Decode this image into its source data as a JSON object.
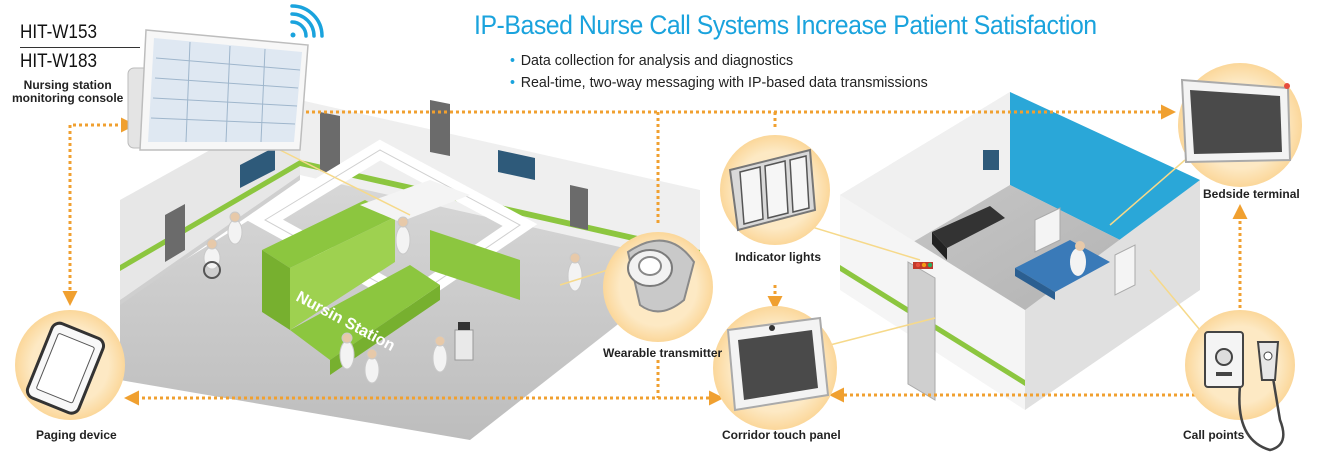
{
  "header": {
    "title": "IP-Based Nurse Call Systems Increase Patient Satisfaction",
    "bullets": [
      "Data collection for analysis and diagnostics",
      "Real-time, two-way messaging with IP-based data transmissions"
    ]
  },
  "console": {
    "model_1": "HIT-W153",
    "model_2": "HIT-W183",
    "caption_line_1": "Nursing station",
    "caption_line_2": "monitoring console"
  },
  "labels": {
    "paging_device": "Paging device",
    "wearable_transmitter": "Wearable transmitter",
    "indicator_lights": "Indicator lights",
    "corridor_touch_panel": "Corridor touch panel",
    "bedside_terminal": "Bedside terminal",
    "call_points": "Call points",
    "nurse_station_sign": "Nursin Station"
  },
  "colors": {
    "accent_blue": "#1aa3dd",
    "arrow_orange": "#f0a030",
    "circle_fill": "#fde9c4",
    "station_green": "#8cc63f",
    "room_blue": "#2aa7d8"
  },
  "icons": {
    "wifi": "wifi-icon",
    "watch": "wearable-watch-icon",
    "lights": "indicator-lights-icon",
    "tablet": "paging-tablet-icon",
    "panel": "corridor-panel-icon",
    "callpoint": "call-point-icon",
    "terminal": "bedside-terminal-icon"
  }
}
